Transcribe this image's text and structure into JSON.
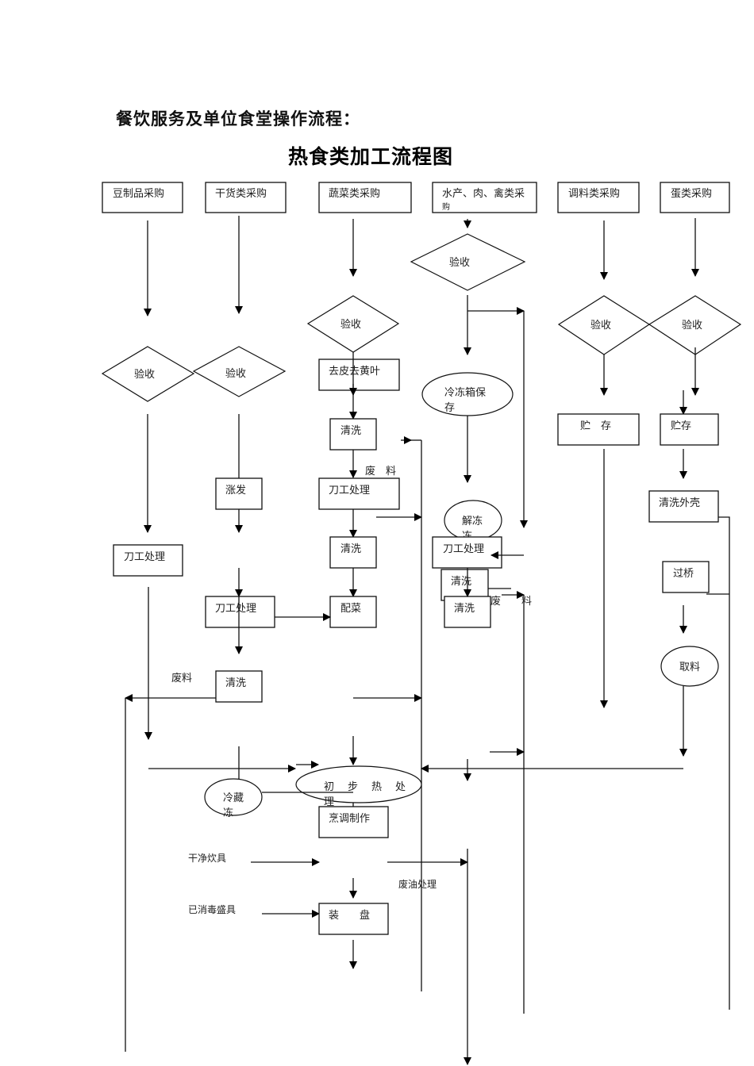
{
  "page": {
    "heading": "餐饮服务及单位食堂操作流程：",
    "title": "热食类加工流程图"
  },
  "nodes": {
    "purchase_tofu": "豆制品采购",
    "purchase_dry": "干货类采购",
    "purchase_veg": "蔬菜类采购",
    "purchase_meat_line1": "水产、肉、禽类采",
    "purchase_meat_line2": "购",
    "purchase_seasoning": "调料类采购",
    "purchase_egg": "蛋类采购",
    "inspect_meat": "验收",
    "inspect_veg": "验收",
    "inspect_seasoning": "验收",
    "inspect_egg": "验收",
    "inspect_tofu": "验收",
    "inspect_dry": "验收",
    "peel": "去皮去黄叶",
    "freezer_line1": "冷冻箱保",
    "freezer_line2": "存",
    "store_seasoning": "贮　存",
    "store_egg": "贮存",
    "wash_veg_1": "清洗",
    "soak": "涨发",
    "cut_veg": "刀工处理",
    "wash_eggshell": "清洗外壳",
    "thaw_line1": "解冻",
    "thaw_line2": "冻",
    "cut_tofu": "刀工处理",
    "wash_veg_2": "清洗",
    "cut_meat": "刀工处理",
    "wash_meat_1": "清洗",
    "wash_meat_2": "清洗",
    "blanch": "过桥",
    "cut_dry": "刀工处理",
    "mix_dish": "配菜",
    "take_egg": "取料",
    "wash_dry": "清洗",
    "preheat_line1": "初　步　热　处",
    "preheat_line2": "理",
    "cold_store_line1": "冷藏",
    "cold_store_line2": "冻",
    "cook": "烹调制作",
    "plate": "装　　盘"
  },
  "labels": {
    "waste_veg": "废　料",
    "waste_meat": "废　　料",
    "waste_dry": "废料",
    "clean_utensils": "干净炊具",
    "sanitized_dishes": "已消毒盛具",
    "waste_oil": "废油处理"
  }
}
